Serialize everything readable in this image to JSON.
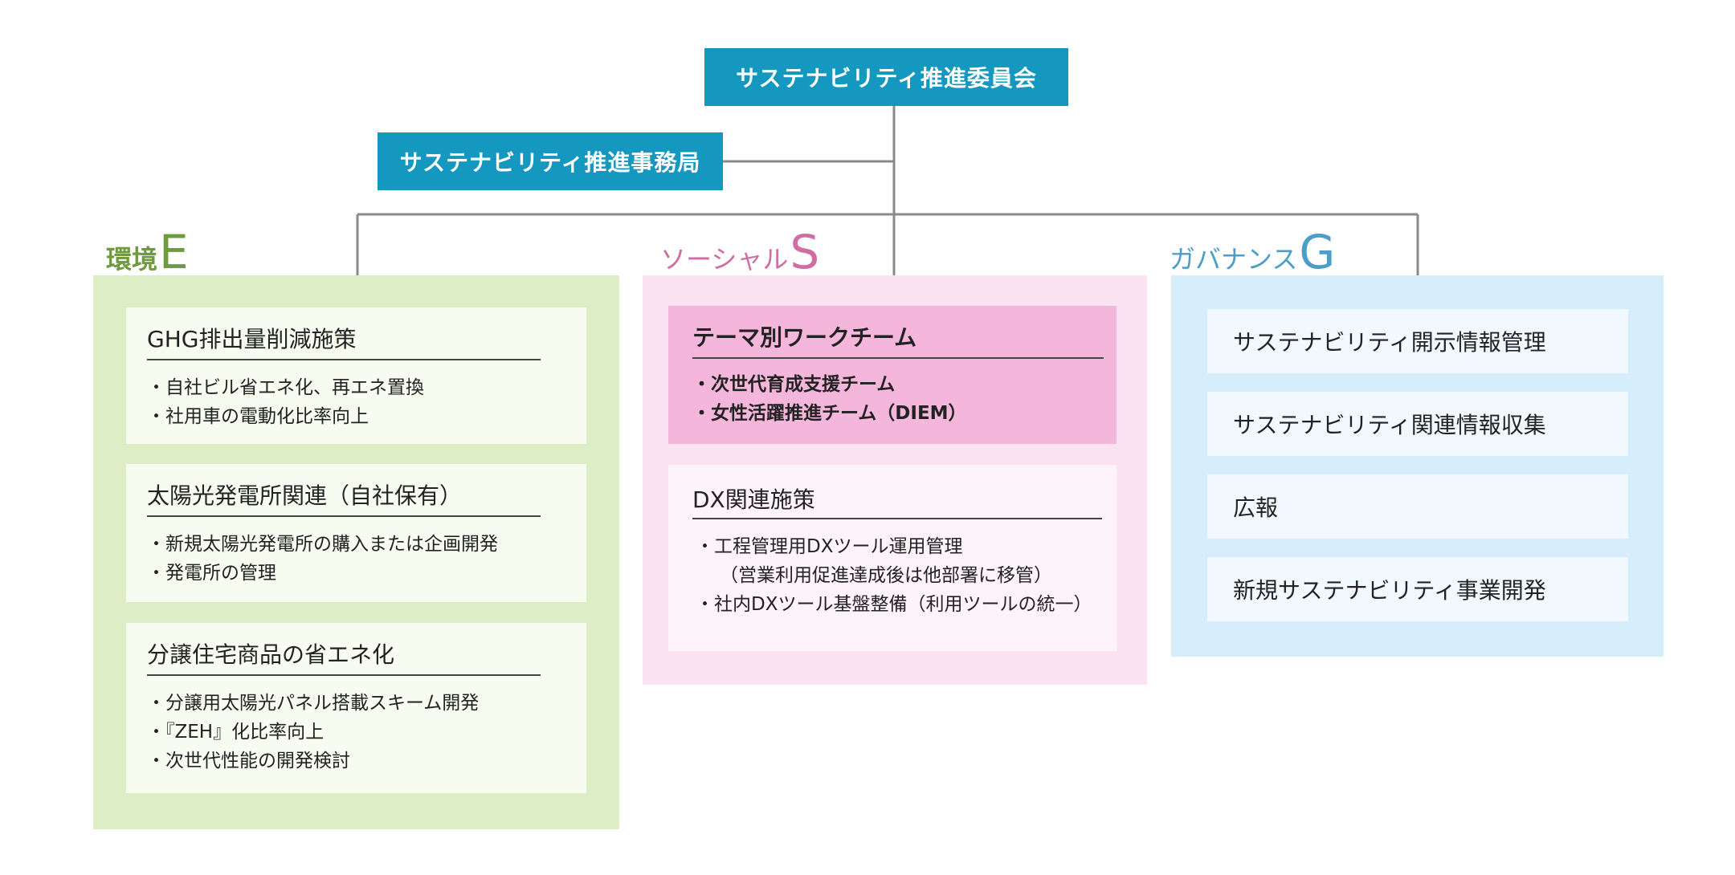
{
  "committee": {
    "label": "サステナビリティ推進委員会"
  },
  "secretariat": {
    "label": "サステナビリティ推進事務局"
  },
  "colors": {
    "header_box": "#1598bf",
    "connector": "#8a8a8a",
    "environment": "#6f9a3f",
    "social": "#cf6ea3",
    "governance": "#4c9dc7"
  },
  "environment": {
    "title_jp": "環境",
    "title_letter": "E",
    "cards": [
      {
        "title": "GHG排出量削減施策",
        "items": [
          "・自社ビル省エネ化、再エネ置換",
          "・社用車の電動化比率向上"
        ]
      },
      {
        "title": "太陽光発電所関連（自社保有）",
        "items": [
          "・新規太陽光発電所の購入または企画開発",
          "・発電所の管理"
        ]
      },
      {
        "title": "分譲住宅商品の省エネ化",
        "items": [
          "・分譲用太陽光パネル搭載スキーム開発",
          "・『ZEH』化比率向上",
          "・次世代性能の開発検討"
        ]
      }
    ]
  },
  "social": {
    "title_jp": "ソーシャル",
    "title_letter": "S",
    "cards": [
      {
        "title": "テーマ別ワークチーム",
        "items": [
          "・次世代育成支援チーム",
          "・女性活躍推進チーム（DIEM）"
        ]
      },
      {
        "title": "DX関連施策",
        "items": [
          "・工程管理用DXツール運用管理",
          "（営業利用促進達成後は他部署に移管）",
          "・社内DXツール基盤整備（利用ツールの統一）"
        ]
      }
    ]
  },
  "governance": {
    "title_jp": "ガバナンス",
    "title_letter": "G",
    "items": [
      "サステナビリティ開示情報管理",
      "サステナビリティ関連情報収集",
      "広報",
      "新規サステナビリティ事業開発"
    ]
  }
}
